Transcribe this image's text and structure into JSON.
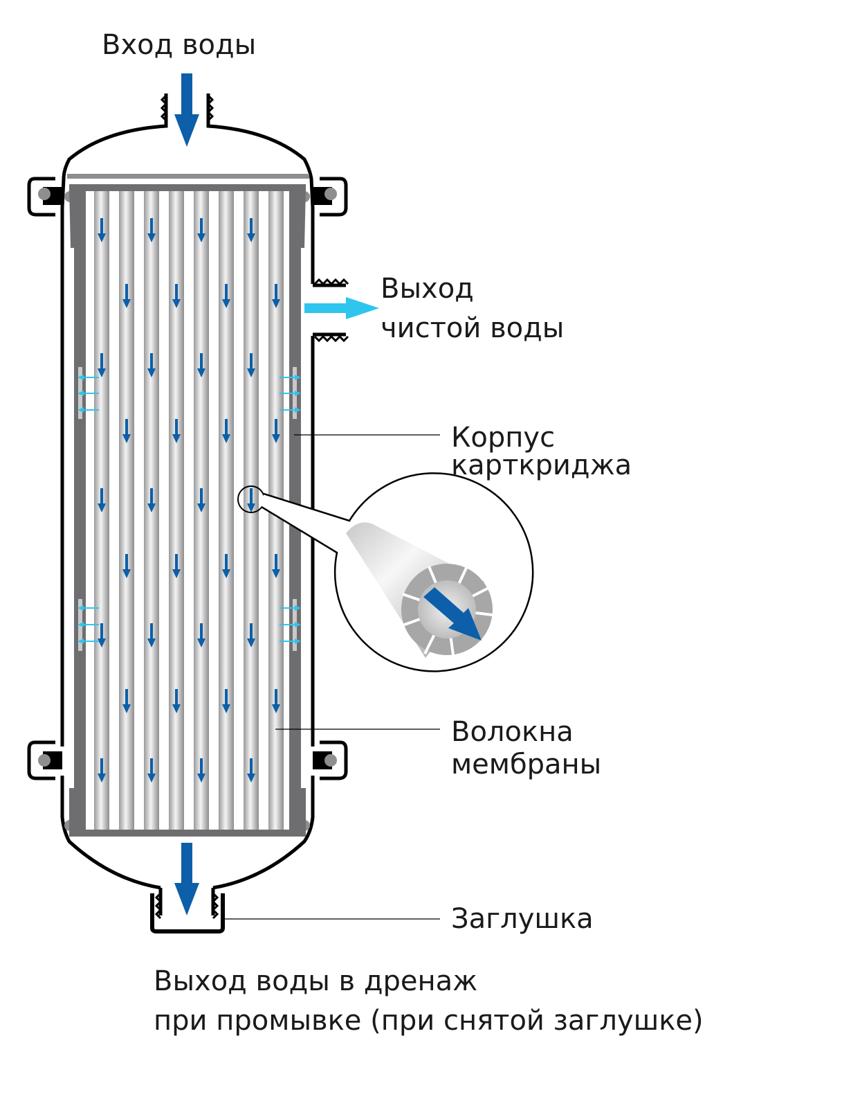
{
  "labels": {
    "inlet": "Вход воды",
    "outlet_line1": "Выход",
    "outlet_line2": "чистой воды",
    "housing_line1": "Корпус",
    "housing_line2": "карткриджа",
    "fibers_line1": "Волокна",
    "fibers_line2": "мембраны",
    "plug": "Заглушка",
    "drain_line1": "Выход воды в дренаж",
    "drain_line2": "при промывке (при снятой заглушке)"
  },
  "colors": {
    "flow_arrow": "#0c5fa8",
    "clean_arrow": "#2ec5ee",
    "outline": "#000000",
    "cartridge_gray": "#6e6e70",
    "plate_gray": "#8e8e90"
  },
  "fiber_count": 8
}
